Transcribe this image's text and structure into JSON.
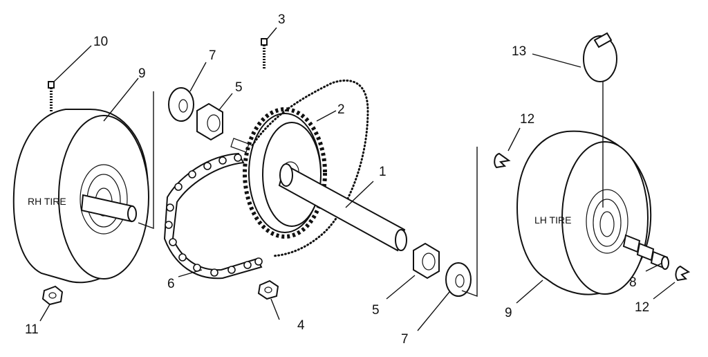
{
  "callouts": {
    "c1": "1",
    "c2": "2",
    "c3": "3",
    "c4": "4",
    "c5a": "5",
    "c5b": "5",
    "c6": "6",
    "c7a": "7",
    "c7b": "7",
    "c8": "8",
    "c9a": "9",
    "c9b": "9",
    "c10": "10",
    "c11": "11",
    "c12a": "12",
    "c12b": "12",
    "c13": "13"
  },
  "tires": {
    "rh": "RH TIRE",
    "lh": "LH TIRE"
  }
}
